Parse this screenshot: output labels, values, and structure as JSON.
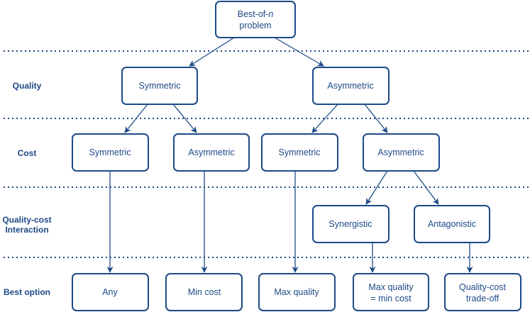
{
  "root": {
    "prefix": "Best-of-",
    "italic": "n",
    "line2": "problem"
  },
  "row_labels": {
    "quality": "Quality",
    "cost": "Cost",
    "interaction_line1": "Quality-cost",
    "interaction_line2": "Interaction",
    "best": "Best option"
  },
  "quality": {
    "symmetric": "Symmetric",
    "asymmetric": "Asymmetric"
  },
  "cost": [
    "Symmetric",
    "Asymmetric",
    "Symmetric",
    "Asymmetric"
  ],
  "interaction": {
    "synergistic": "Synergistic",
    "antagonistic": "Antagonistic"
  },
  "best": [
    [
      "Any"
    ],
    [
      "Min cost"
    ],
    [
      "Max quality"
    ],
    [
      "Max quality",
      "= min cost"
    ],
    [
      "Quality-cost",
      "trade-off"
    ]
  ],
  "colors": {
    "primary": "#1d4a87"
  }
}
